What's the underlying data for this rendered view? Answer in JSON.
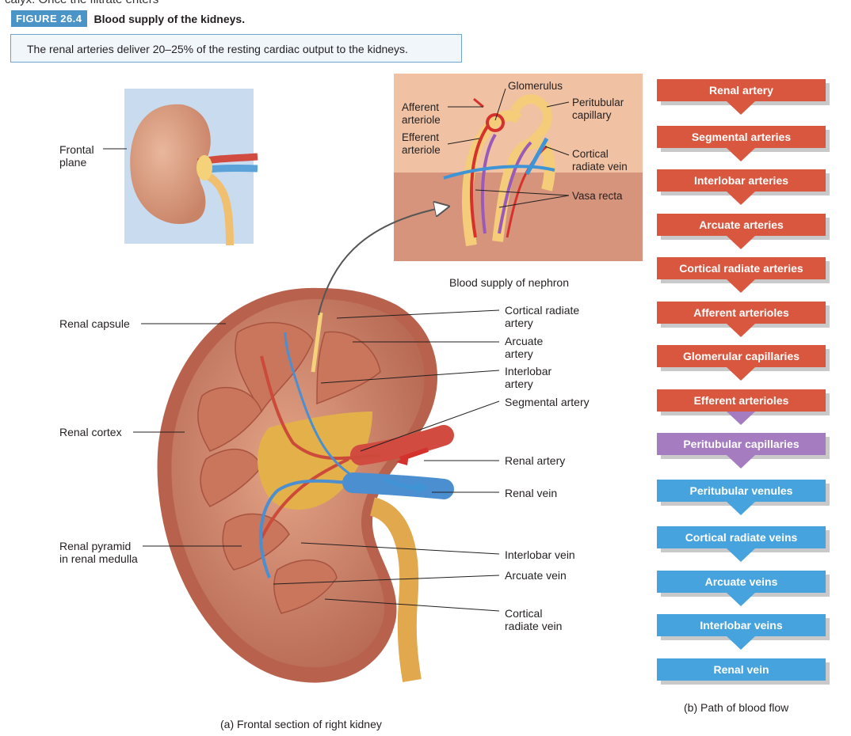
{
  "top_fragment": "calyx. Once the filtrate enters",
  "figure": {
    "tag": "FIGURE 26.4",
    "title": "Blood supply of the kidneys.",
    "summary": "The renal arteries deliver 20–25% of the resting cardiac output to the kidneys."
  },
  "labels": {
    "frontal_plane": "Frontal\nplane",
    "afferent_arteriole": "Afferent\narteriole",
    "efferent_arteriole": "Efferent\narteriole",
    "glomerulus": "Glomerulus",
    "peritubular_capillary": "Peritubular\ncapillary",
    "cortical_radiate_vein_nephron": "Cortical\nradiate vein",
    "vasa_recta": "Vasa recta",
    "nephron_caption": "Blood supply of nephron",
    "renal_capsule": "Renal capsule",
    "renal_cortex": "Renal cortex",
    "renal_pyramid": "Renal pyramid\nin renal medulla",
    "cortical_radiate_artery": "Cortical radiate\nartery",
    "arcuate_artery": "Arcuate\nartery",
    "interlobar_artery": "Interlobar\nartery",
    "segmental_artery": "Segmental artery",
    "renal_artery": "Renal artery",
    "renal_vein": "Renal vein",
    "interlobar_vein": "Interlobar vein",
    "arcuate_vein": "Arcuate vein",
    "cortical_radiate_vein": "Cortical\nradiate vein",
    "caption_a": "(a) Frontal section of right kidney",
    "caption_b": "(b) Path of blood flow"
  },
  "flow": [
    {
      "label": "Renal artery",
      "color": "red"
    },
    {
      "label": "Segmental arteries",
      "color": "red"
    },
    {
      "label": "Interlobar arteries",
      "color": "red"
    },
    {
      "label": "Arcuate arteries",
      "color": "red"
    },
    {
      "label": "Cortical radiate arteries",
      "color": "red"
    },
    {
      "label": "Afferent arterioles",
      "color": "red"
    },
    {
      "label": "Glomerular capillaries",
      "color": "red"
    },
    {
      "label": "Efferent arterioles",
      "color": "red"
    },
    {
      "label": "Peritubular capillaries",
      "color": "purple"
    },
    {
      "label": "Peritubular venules",
      "color": "blue"
    },
    {
      "label": "Cortical radiate veins",
      "color": "blue"
    },
    {
      "label": "Arcuate veins",
      "color": "blue"
    },
    {
      "label": "Interlobar veins",
      "color": "blue"
    },
    {
      "label": "Renal vein",
      "color": "blue"
    }
  ],
  "colors": {
    "artery": "#d9573f",
    "capillary": "#a57cc0",
    "vein": "#46a3dd",
    "accent": "#4a94c8"
  }
}
